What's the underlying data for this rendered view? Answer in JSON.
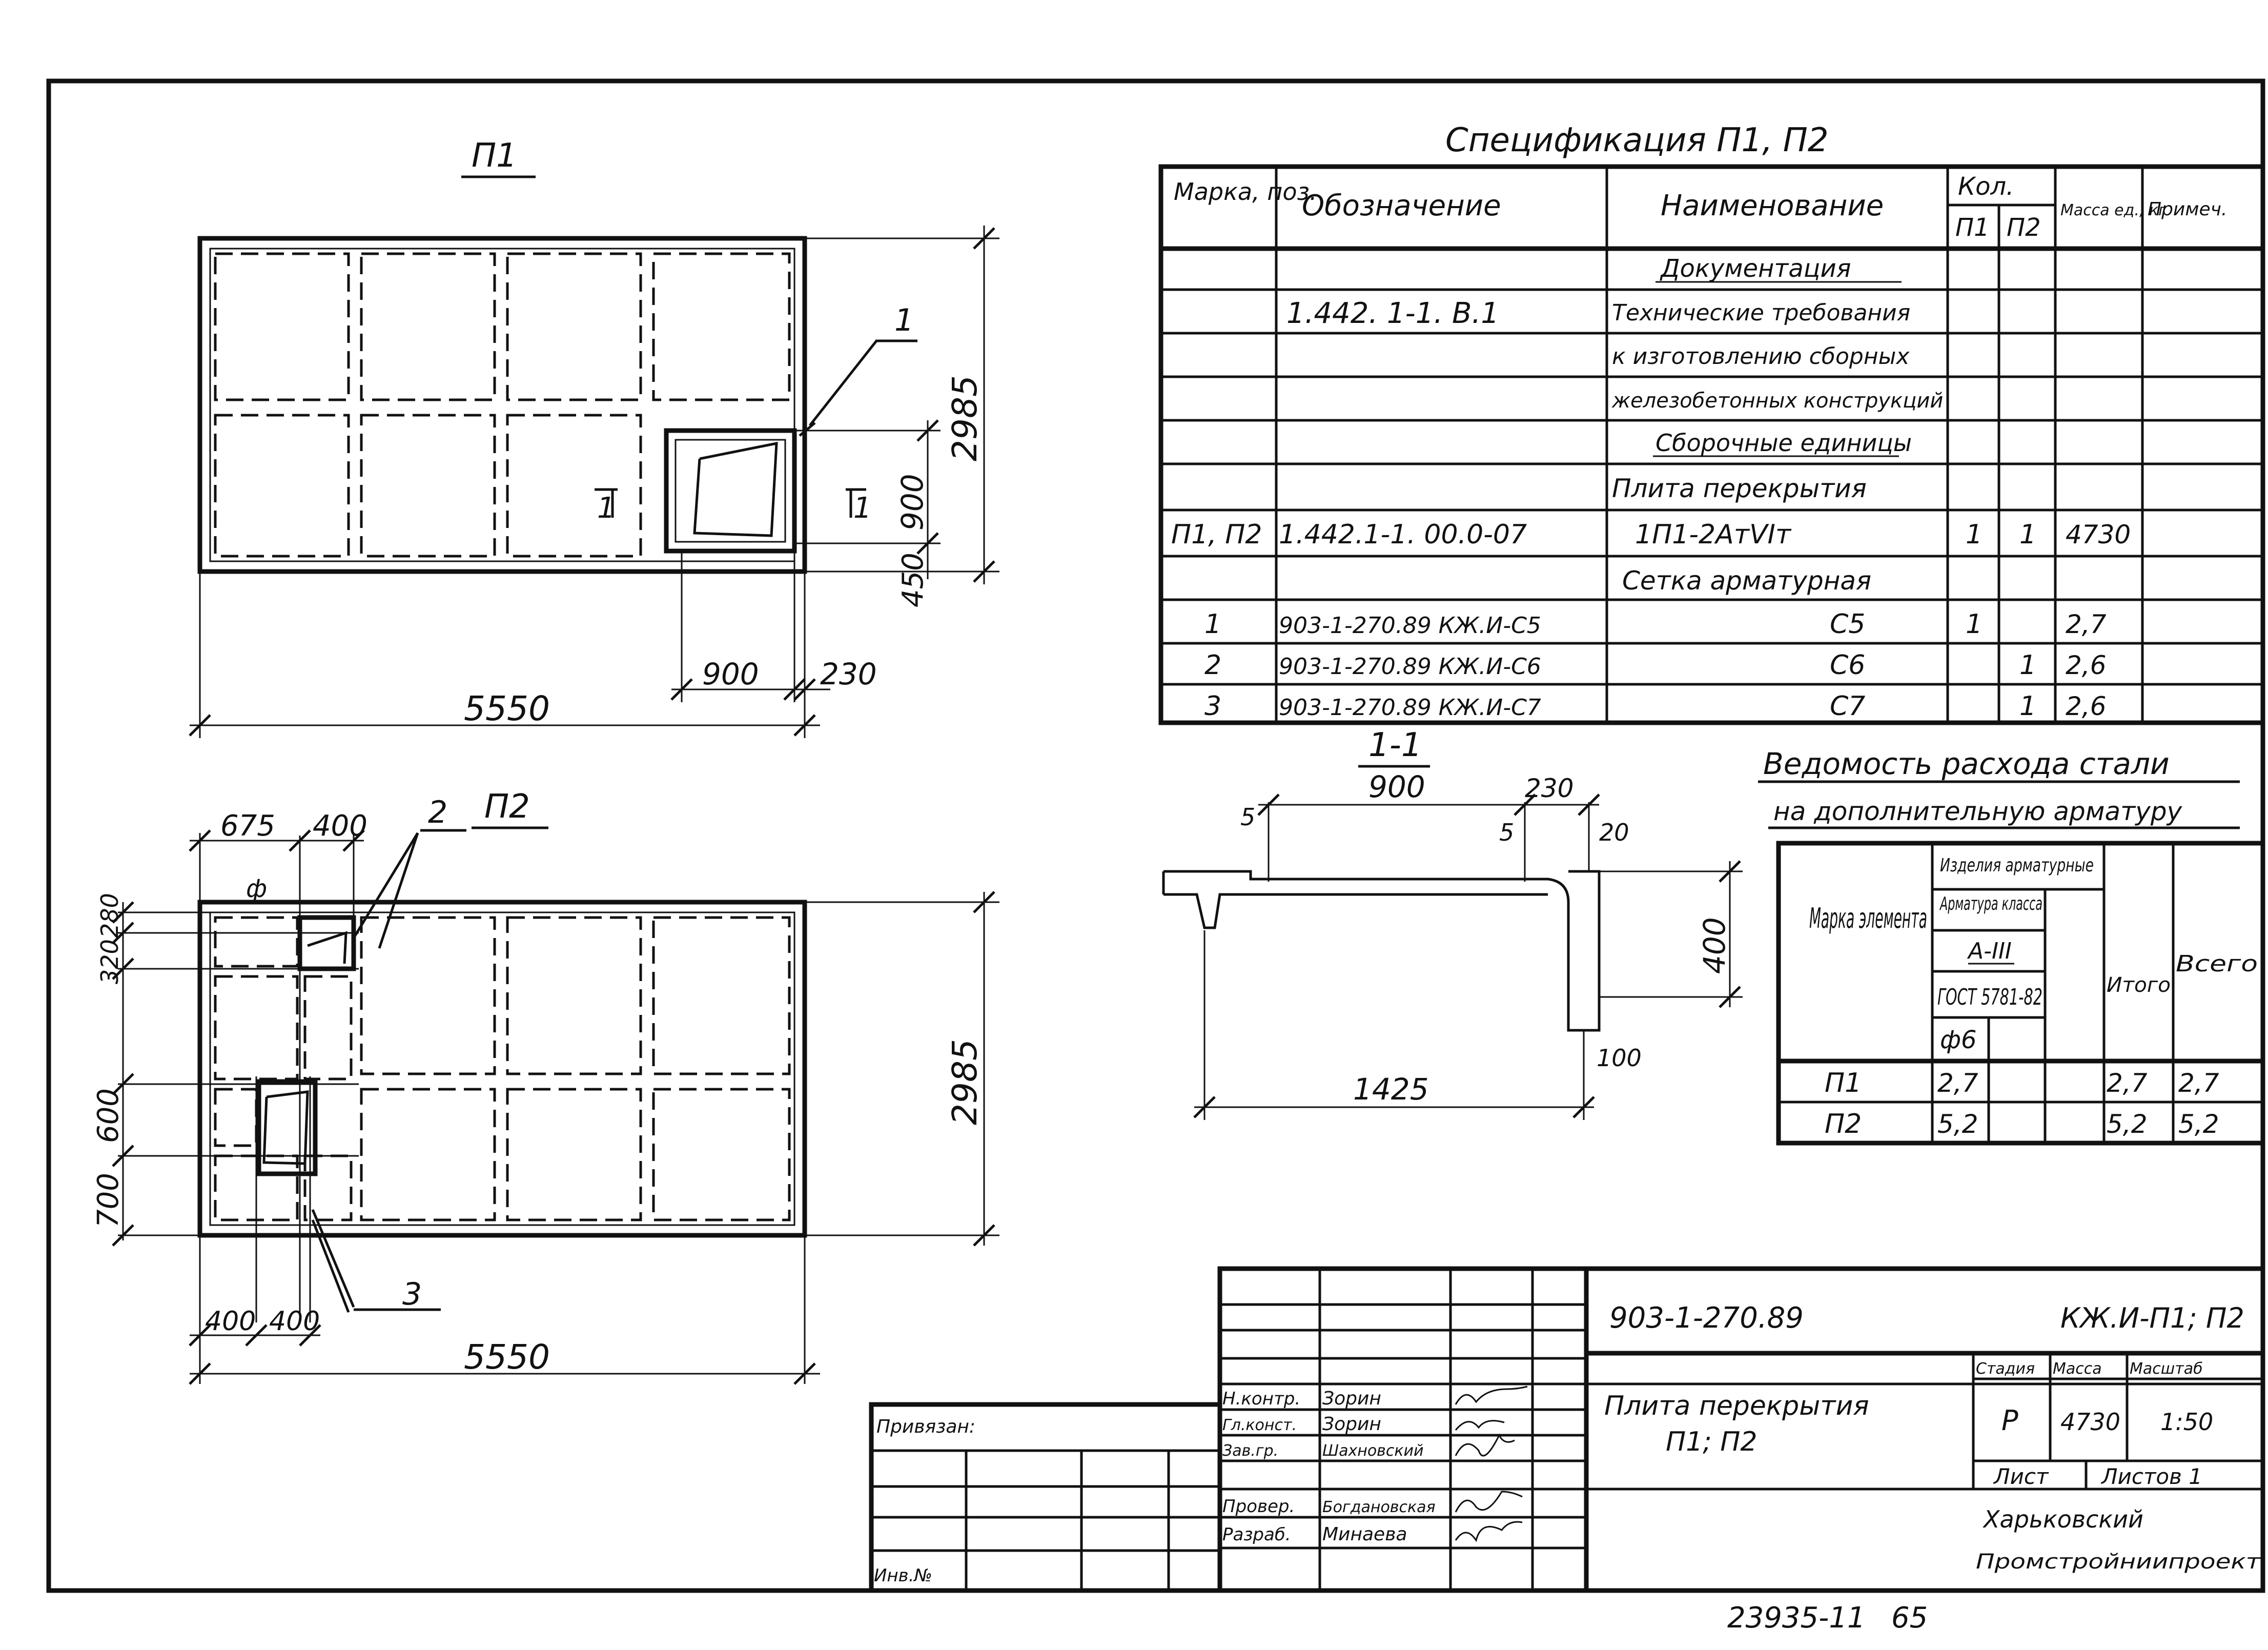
{
  "plan_p1": {
    "title": "П1",
    "dim_length": "5550",
    "dim_height": "2985",
    "dim_opening_h": "900",
    "dim_offset_v": "450",
    "dim_opening_w": "900",
    "dim_offset_h": "230",
    "callout_1": "1",
    "section_mark_left": "1",
    "section_mark_right": "1"
  },
  "plan_p2": {
    "title": "П2",
    "dim_length": "5550",
    "dim_height": "2985",
    "dim_top_a": "675",
    "dim_top_b": "400",
    "dim_left_a": "320",
    "dim_left_b": "280",
    "dim_left_c": "700",
    "dim_left_d": "600",
    "dim_bot_a": "400",
    "dim_bot_b": "400",
    "callout_2": "2",
    "callout_3": "3"
  },
  "spec": {
    "title": "Спецификация П1, П2",
    "headers": {
      "mark": "Марка, поз.",
      "designation": "Обозначение",
      "name": "Наименование",
      "qty": "Кол.",
      "qty_p1": "П1",
      "qty_p2": "П2",
      "mass": "Масса ед., кг",
      "note": "Примеч."
    },
    "rows": [
      {
        "mark": "",
        "designation": "",
        "name": "Документация",
        "p1": "",
        "p2": "",
        "mass": "",
        "note": ""
      },
      {
        "mark": "",
        "designation": "1.442. 1-1. В.1",
        "name": "Технические требования",
        "p1": "",
        "p2": "",
        "mass": "",
        "note": ""
      },
      {
        "mark": "",
        "designation": "",
        "name": "к изготовлению сборных",
        "p1": "",
        "p2": "",
        "mass": "",
        "note": ""
      },
      {
        "mark": "",
        "designation": "",
        "name": "железобетонных конструкций",
        "p1": "",
        "p2": "",
        "mass": "",
        "note": ""
      },
      {
        "mark": "",
        "designation": "",
        "name": "Сборочные единицы",
        "p1": "",
        "p2": "",
        "mass": "",
        "note": ""
      },
      {
        "mark": "",
        "designation": "",
        "name": "Плита перекрытия",
        "p1": "",
        "p2": "",
        "mass": "",
        "note": ""
      },
      {
        "mark": "П1, П2",
        "designation": "1.442.1-1. 00.0-07",
        "name": "1П1-2АтVIт",
        "p1": "1",
        "p2": "1",
        "mass": "4730",
        "note": ""
      },
      {
        "mark": "",
        "designation": "",
        "name": "Сетка арматурная",
        "p1": "",
        "p2": "",
        "mass": "",
        "note": ""
      },
      {
        "mark": "1",
        "designation": "903-1-270.89   КЖ.И-С5",
        "name": "С5",
        "p1": "1",
        "p2": "",
        "mass": "2,7",
        "note": ""
      },
      {
        "mark": "2",
        "designation": "903-1-270.89   КЖ.И-С6",
        "name": "С6",
        "p1": "",
        "p2": "1",
        "mass": "2,6",
        "note": ""
      },
      {
        "mark": "3",
        "designation": "903-1-270.89   КЖ.И-С7",
        "name": "С7",
        "p1": "",
        "p2": "1",
        "mass": "2,6",
        "note": ""
      }
    ]
  },
  "section": {
    "title": "1-1",
    "dim_900": "900",
    "dim_230": "230",
    "dim_5a": "5",
    "dim_5b": "5",
    "dim_20": "20",
    "dim_400": "400",
    "dim_1425": "1425",
    "dim_100": "100"
  },
  "steel": {
    "title_line1": "Ведомость расхода стали",
    "title_line2": "на дополнительную арматуру",
    "h_mark": "Марка элемента",
    "h_products": "Изделия арматурные",
    "h_rebar": "Арматура класса",
    "h_class": "А-III",
    "h_gost": "ГОСТ 5781-82",
    "h_dia": "ф6",
    "h_total": "Итого",
    "h_all": "Всего",
    "rows": [
      {
        "mark": "П1",
        "d6": "2,7",
        "total": "2,7",
        "all": "2,7"
      },
      {
        "mark": "П2",
        "d6": "5,2",
        "total": "5,2",
        "all": "5,2"
      }
    ]
  },
  "stamp": {
    "doc_code": "903-1-270.89",
    "doc_mark": "КЖ.И-П1; П2",
    "title_line1": "Плита перекрытия",
    "title_line2": "П1; П2",
    "h_stage": "Стадия",
    "h_mass": "Масса",
    "h_scale": "Масштаб",
    "stage": "Р",
    "mass": "4730",
    "scale": "1:50",
    "sheet": "Лист",
    "sheets": "Листов 1",
    "org_line1": "Харьковский",
    "org_line2": "Промстройниипроект",
    "privyazan": "Привязан:",
    "inv_no": "Инв.№",
    "roles": [
      {
        "role": "Н.контр.",
        "name": "Зорин"
      },
      {
        "role": "Гл.конст.",
        "name": "Зорин"
      },
      {
        "role": "Зав.гр.",
        "name": "Шахновский"
      },
      {
        "role": "",
        "name": ""
      },
      {
        "role": "Провер.",
        "name": "Богдановская"
      },
      {
        "role": "Разраб.",
        "name": "Минаева"
      }
    ]
  },
  "footer": {
    "code": "23935-11",
    "page": "65"
  }
}
